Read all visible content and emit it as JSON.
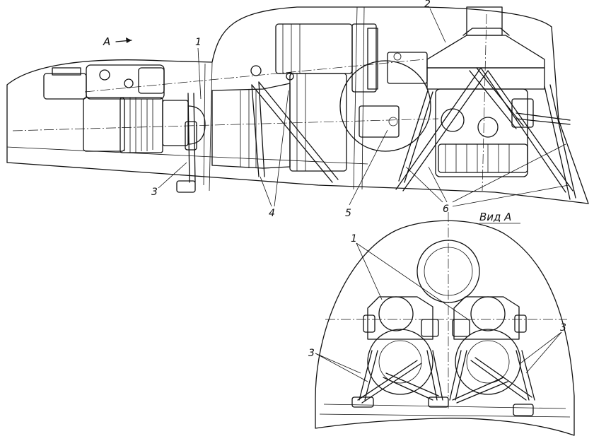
{
  "view_arrow_label": "A",
  "view_title": "Вид А",
  "callouts": {
    "c1": "1",
    "c2": "2",
    "c3": "3",
    "c4": "4",
    "c5": "5",
    "c6": "6",
    "c1_view": "1",
    "c3_view_left": "3",
    "c3_view_right": "3"
  }
}
